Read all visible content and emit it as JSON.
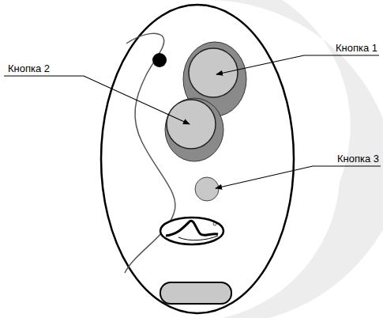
{
  "diagram": {
    "labels": [
      "Кнопка 1",
      "Кнопка 2",
      "Кнопка 3"
    ]
  }
}
